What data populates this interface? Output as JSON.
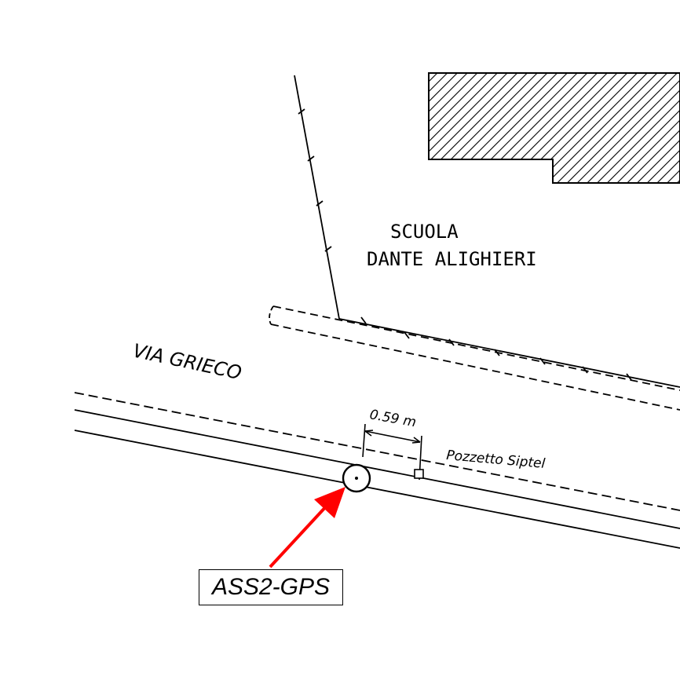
{
  "building": {
    "name_line1": "SCUOLA",
    "name_line2": "DANTE ALIGHIERI"
  },
  "street": {
    "name": "VIA GRIECO"
  },
  "dimension": {
    "label": "0.59 m"
  },
  "utility": {
    "label": "Pozzetto Siptel"
  },
  "survey_point": {
    "label": "ASS2-GPS"
  },
  "colors": {
    "linework": "#000000",
    "arrow": "#ff0000",
    "background": "#ffffff"
  }
}
